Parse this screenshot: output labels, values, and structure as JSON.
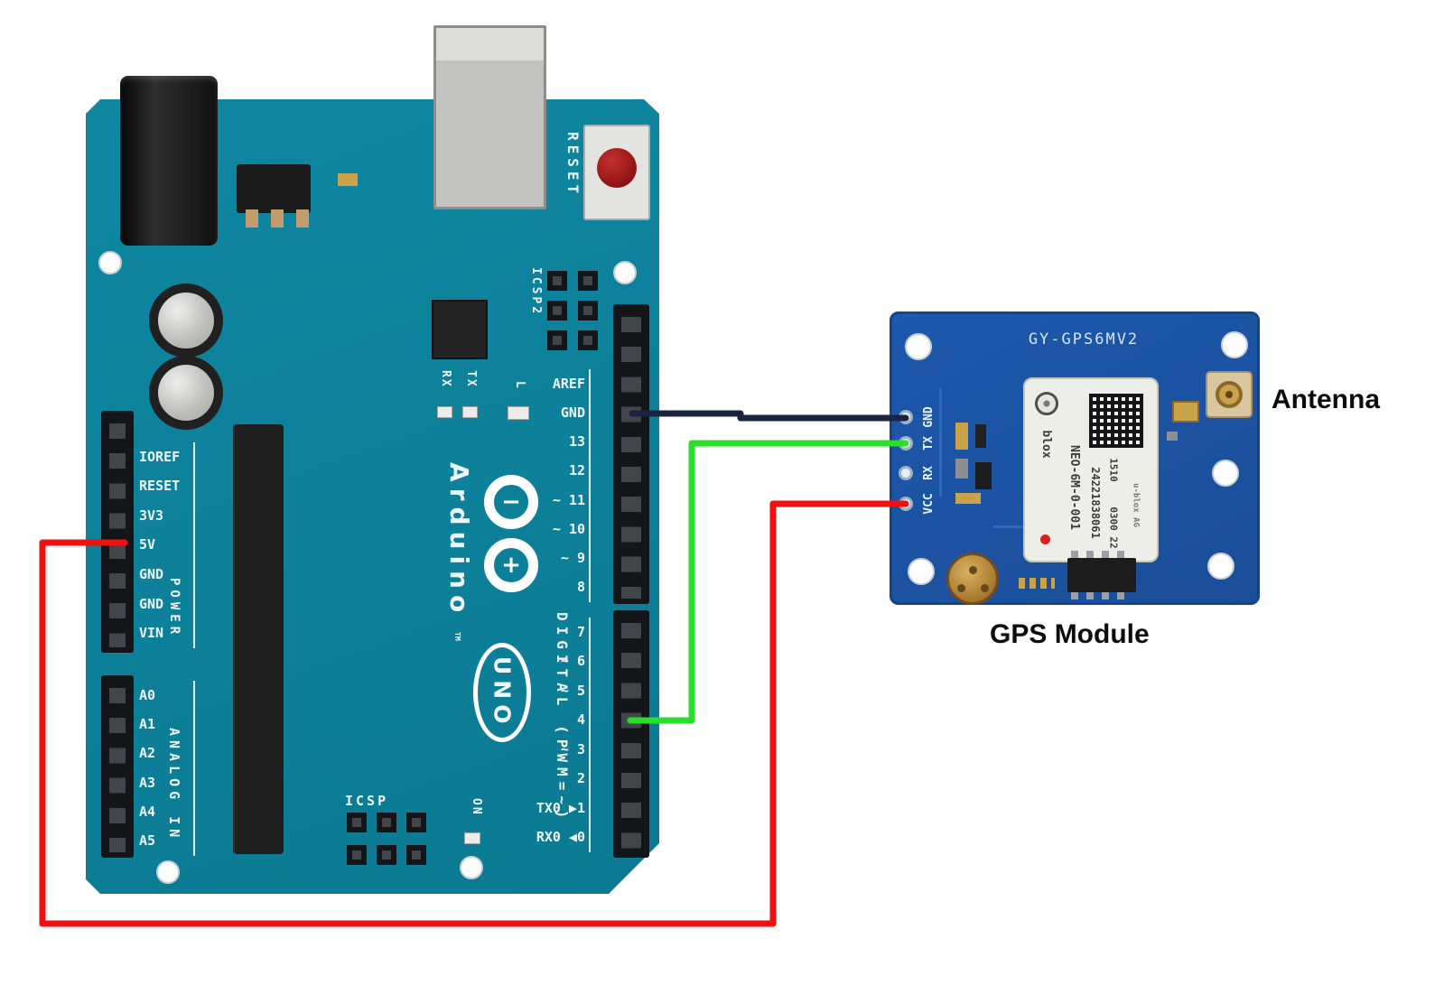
{
  "labels": {
    "antenna": "Antenna",
    "gps_module": "GPS Module"
  },
  "arduino": {
    "reset_button": "RESET",
    "icsp2_label": "ICSP2",
    "icsp_label": "ICSP",
    "digital_label": "DIGITAL (PWM=~)",
    "power_label": "POWER",
    "analog_label": "ANALOG IN",
    "logo_name": "Arduino",
    "logo_tm": "TM",
    "logo_uno": "UNO",
    "logo_minus": "−",
    "logo_plus": "+",
    "led_l": "L",
    "led_on": "ON",
    "rx_label": "RX",
    "tx_label": "TX",
    "digital_top": [
      "AREF",
      "GND",
      "13",
      "12",
      "~ 11",
      "~ 10",
      "~ 9",
      "8"
    ],
    "digital_bottom": [
      "7",
      "~ 6",
      "~ 5",
      "4",
      "~ 3",
      "2",
      "TX0 ▶1",
      "RX0 ◀0"
    ],
    "power_pins": [
      "IOREF",
      "RESET",
      "3V3",
      "5V",
      "GND",
      "GND",
      "VIN"
    ],
    "analog_pins": [
      "A0",
      "A1",
      "A2",
      "A3",
      "A4",
      "A5"
    ]
  },
  "gps": {
    "title": "GY-GPS6MV2",
    "pins": [
      "VCC",
      "RX",
      "TX",
      "GND"
    ],
    "chip": {
      "brand": "blox",
      "model": "NEO-6M-0-001",
      "serial": "24221838061",
      "lot": "1510",
      "code": "0300 22",
      "maker": "u-blox AG"
    }
  },
  "wires": {
    "gnd": {
      "color": "#1a2340"
    },
    "tx": {
      "color": "#2adf2a"
    },
    "vcc": {
      "color": "#f01010"
    }
  }
}
